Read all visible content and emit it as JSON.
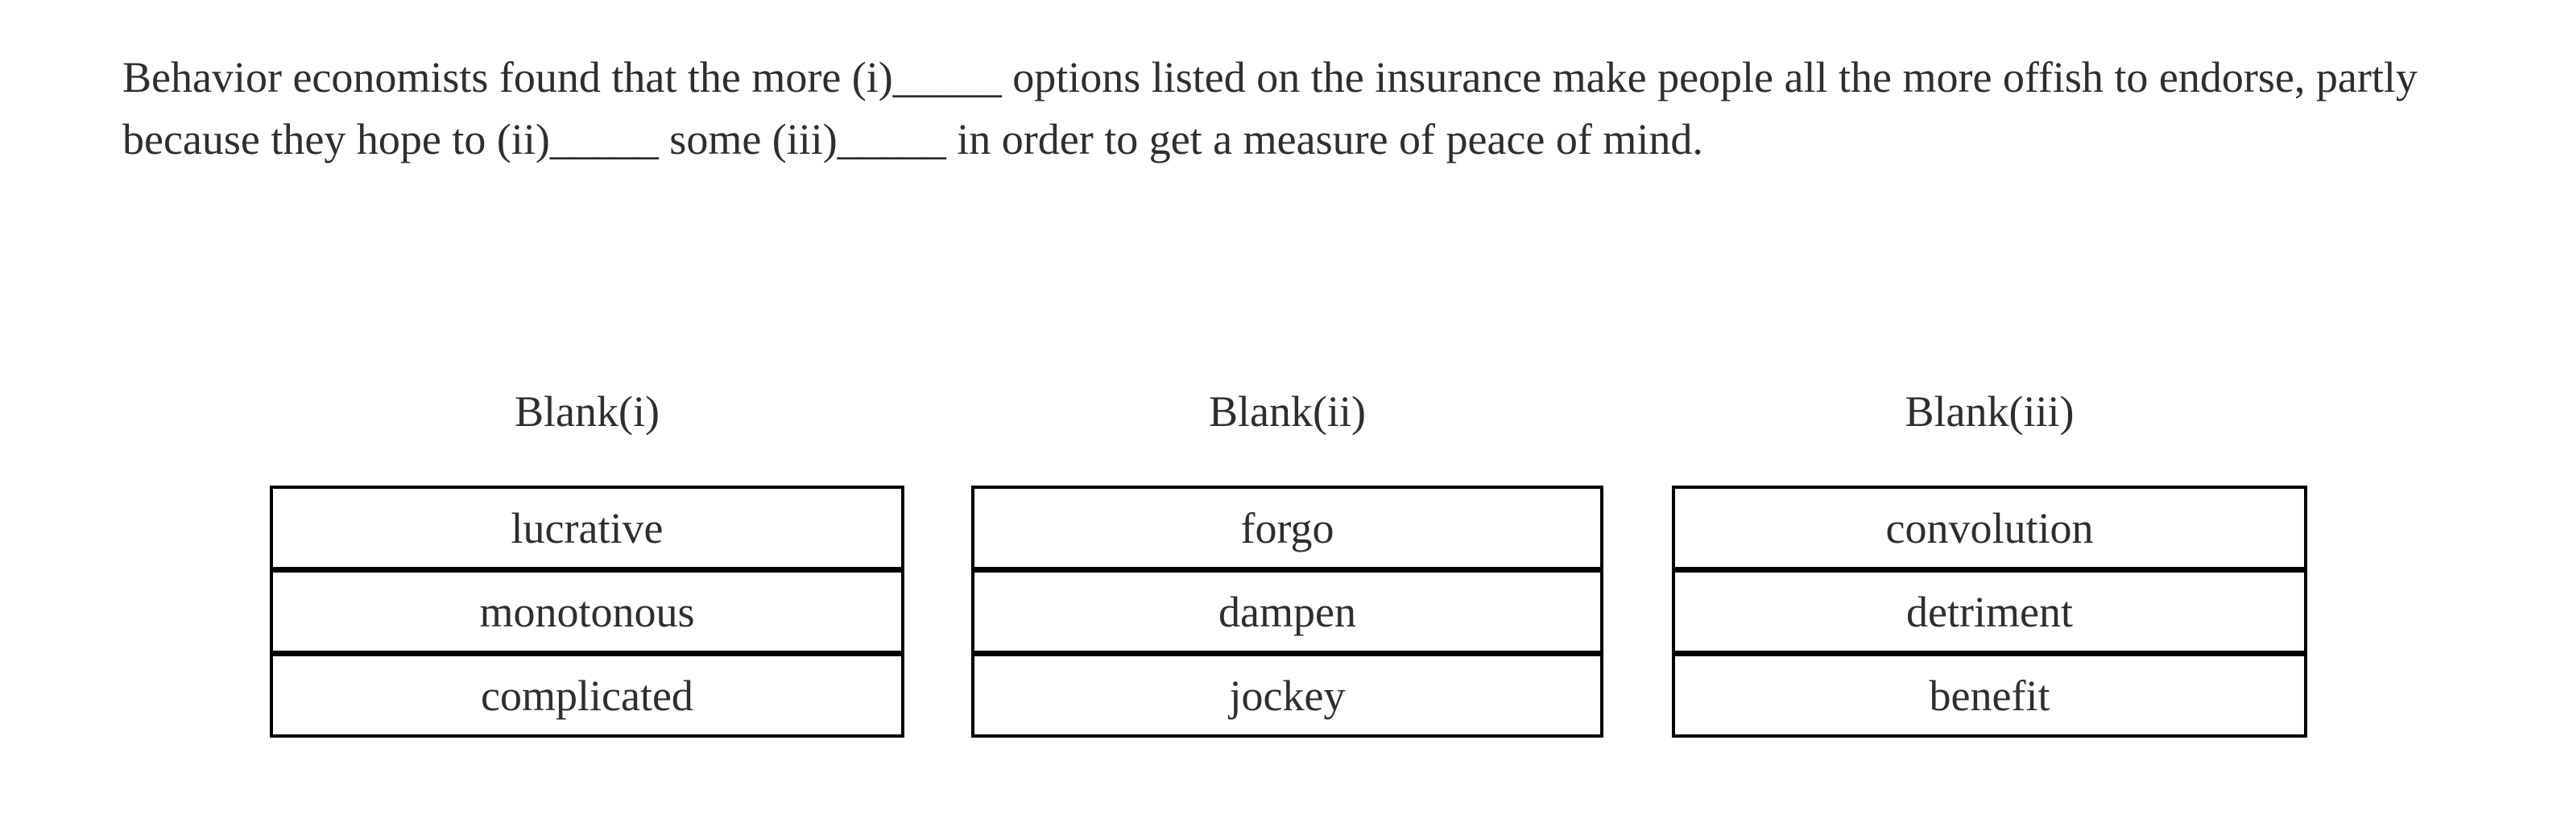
{
  "question": {
    "lines": [
      "Behavior economists found that the more (i)_____ options listed on the insurance make people all the more offish to endorse, partly",
      "because they hope to (ii)_____ some (iii)_____ in order to get a measure of peace of mind."
    ]
  },
  "blanks": [
    {
      "label": "Blank(i)",
      "options": [
        "lucrative",
        "monotonous",
        "complicated"
      ]
    },
    {
      "label": "Blank(ii)",
      "options": [
        "forgo",
        "dampen",
        "jockey"
      ]
    },
    {
      "label": "Blank(iii)",
      "options": [
        "convolution",
        "detriment",
        "benefit"
      ]
    }
  ],
  "colors": {
    "background": "#ffffff",
    "text": "#2e2e2e",
    "table_border": "#000000"
  }
}
